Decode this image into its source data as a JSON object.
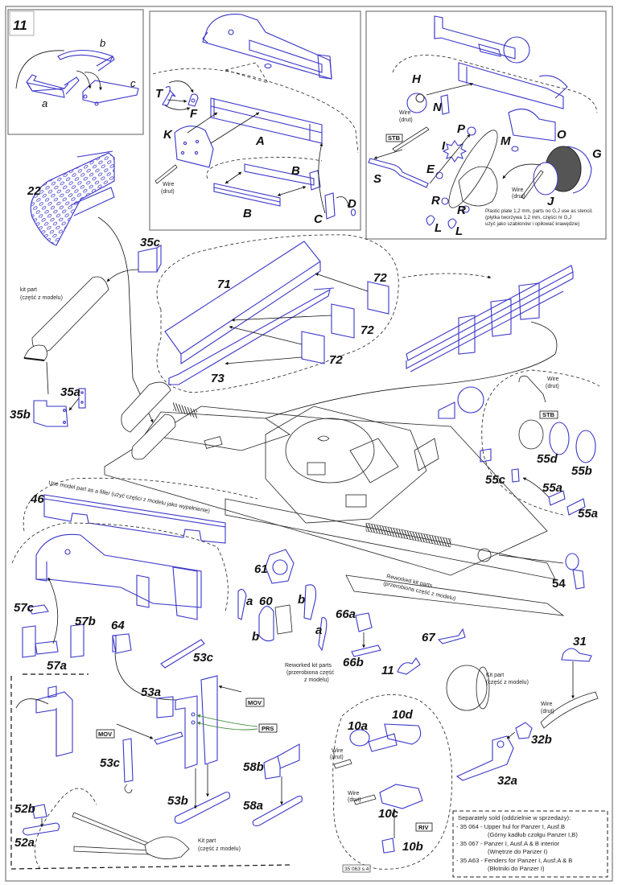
{
  "page": {
    "step_number": "11",
    "page_code": "35 063 s.4"
  },
  "colors": {
    "part_outline": "#3a36c8",
    "line": "#222222",
    "green_line": "#3f8a3a",
    "grey_fill": "#555555"
  },
  "inset_11": {
    "labels": [
      "a",
      "b",
      "c"
    ]
  },
  "inset_box_A": {
    "labels": [
      "T",
      "F",
      "K",
      "A",
      "B",
      "B",
      "C",
      "D"
    ],
    "wire_note": [
      "Wire",
      "(drut)"
    ]
  },
  "inset_box_G": {
    "labels": [
      "H",
      "N",
      "P",
      "I",
      "E",
      "S",
      "M",
      "O",
      "G",
      "J",
      "R",
      "R",
      "L",
      "L"
    ],
    "tag": "STB",
    "wire_note": [
      "Wire",
      "(drut)"
    ],
    "wire_note_2": [
      "Wire",
      "(drut)"
    ],
    "stencil_note": [
      "Plastic plate 1,2 mm, parts no G,J use as stencil.",
      "(płytka tworzywa 1,2 mm, części nr G,J",
      " użyć jako szablonów i opiłować krawędzie)"
    ]
  },
  "parts": {
    "p22": "22",
    "p35c": "35c",
    "p35a": "35a",
    "p35b": "35b",
    "p71": "71",
    "p72": "72",
    "p73": "73",
    "p46": "46",
    "p61": "61",
    "p60": "60",
    "p60a": "a",
    "p60b": "b",
    "p66a": "66a",
    "p66b": "66b",
    "p67": "67",
    "p11": "11",
    "p54": "54",
    "p55a": "55a",
    "p55b": "55b",
    "p55c": "55c",
    "p55d": "55d",
    "p57a": "57a",
    "p57b": "57b",
    "p57c": "57c",
    "p64": "64",
    "p53a": "53a",
    "p53b": "53b",
    "p53c": "53c",
    "p58a": "58a",
    "p58b": "58b",
    "p52a": "52a",
    "p52b": "52b",
    "p10a": "10a",
    "p10b": "10b",
    "p10c": "10c",
    "p10d": "10d",
    "p31": "31",
    "p32a": "32a",
    "p32b": "32b"
  },
  "notes": {
    "kit_part_exhaust": [
      "kit part",
      "(część z modelu)"
    ],
    "filler_note": "Use model part as a filler (użyć części z modelu jako wypełnienie)",
    "reworked_fender": [
      "Reworked kit parts",
      "(przerobiona część z modelu)"
    ],
    "reworked_60": [
      "Reworked kit parts",
      "(przerobiona część",
      "z modelu)"
    ],
    "wire_55": [
      "Wire",
      "(drut)"
    ],
    "kit_part_light": [
      "Kit part",
      "(część z modelu)"
    ],
    "wire_32": [
      "Wire",
      "(drut)"
    ],
    "kit_part_jack": [
      "Kit part",
      "(część z modelu)"
    ],
    "wire_10a": [
      "Wire",
      "(drut)"
    ],
    "wire_10c": [
      "Wire",
      "(drut)"
    ]
  },
  "tags": {
    "stb_55": "STB",
    "mov_1": "MOV",
    "mov_2": "MOV",
    "prs": "PRS",
    "riv": "RIV"
  },
  "separately_sold": {
    "title": "Separately sold (oddzielnie w sprzedaży):",
    "items": [
      {
        "line1": "- 35 064 - Upper hul for Panzer I, Ausf.B",
        "line2": "(Górny kadłub czołgu Panzer I,B)"
      },
      {
        "line1": "- 35 067 - Panzer I, Ausf.A & B interior",
        "line2": "(Wnętrze do Panzer I)"
      },
      {
        "line1": "- 35 A63 - Fenders for Panzer I, Ausf.A & B",
        "line2": "(Błotniki do Panzer I)"
      }
    ]
  }
}
